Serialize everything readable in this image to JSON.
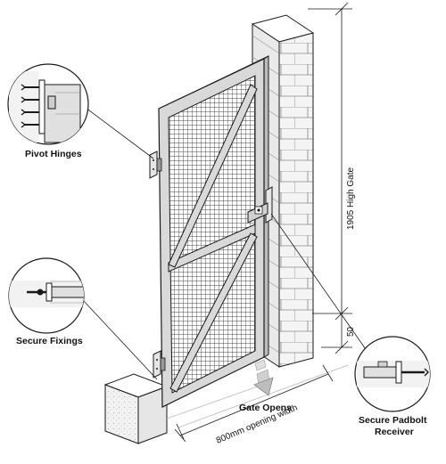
{
  "labels": {
    "pivot_hinges": "Pivot Hinges",
    "secure_fixings": "Secure Fixings",
    "padbolt_line1": "Secure Padbolt",
    "padbolt_line2": "Receiver",
    "gate_opens": "Gate Opens"
  },
  "dimensions": {
    "height": "1905 High Gate",
    "ground_gap": "50",
    "opening_width": "800mm opening width"
  },
  "colors": {
    "line": "#1a1a1a",
    "frame_fill": "#d9d9d9",
    "mesh": "#555555",
    "pillar_fill": "#f2f2f2",
    "arrow_fill": "#bdbdbd"
  },
  "icons": [
    "hinge-icon",
    "fixing-icon",
    "padbolt-icon",
    "gate-opens-arrow-icon"
  ]
}
